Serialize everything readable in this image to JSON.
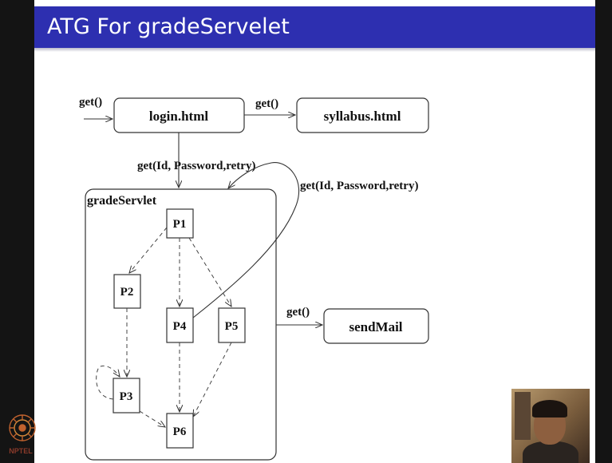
{
  "slide": {
    "title": "ATG For gradeServelet"
  },
  "diagram": {
    "nodes": {
      "login": "login.html",
      "syllabus": "syllabus.html",
      "sendmail": "sendMail",
      "servlet": "gradeServlet",
      "p1": "P1",
      "p2": "P2",
      "p3": "P3",
      "p4": "P4",
      "p5": "P5",
      "p6": "P6"
    },
    "edges": {
      "entry": "get()",
      "login_to_syllabus": "get()",
      "login_to_servlet": "get(Id, Password,retry)",
      "p4_to_servlet": "get(Id, Password,retry)",
      "servlet_to_sendmail": "get()"
    }
  },
  "branding": {
    "logo_text": "NPTEL"
  },
  "colors": {
    "title_bar": "#2d2fb0",
    "background": "#ffffff",
    "cursor_highlight": "#f4ea60"
  },
  "cursor": {
    "icon": "text-cursor-icon"
  }
}
